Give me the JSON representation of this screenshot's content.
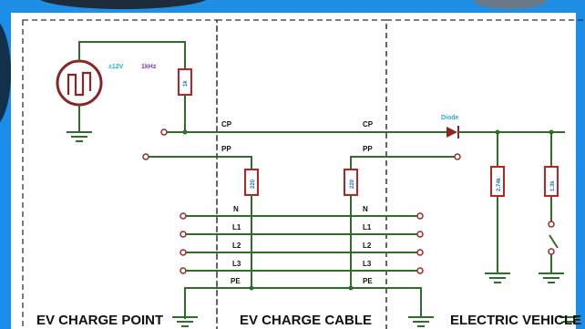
{
  "source": {
    "amplitude": "±12V",
    "frequency": "1kHz",
    "resistor": "1k"
  },
  "cable": {
    "cp": "CP",
    "pp": "PP",
    "n": "N",
    "l1": "L1",
    "l2": "L2",
    "l3": "L3",
    "pe": "PE"
  },
  "cable_resistors": [
    "220",
    "220"
  ],
  "vehicle": {
    "diode_label": "Diode",
    "r1": "2.74k",
    "r2": "1.3k"
  },
  "titles": {
    "charge_point": "EV CHARGE POINT",
    "charge_cable": "EV CHARGE CABLE",
    "vehicle": "ELECTRIC VEHICLE"
  },
  "colors": {
    "wire": "#2f6e2a",
    "resistor": "#b22222",
    "diode_label": "#2ab0c8",
    "background": "#1a8ee8"
  }
}
